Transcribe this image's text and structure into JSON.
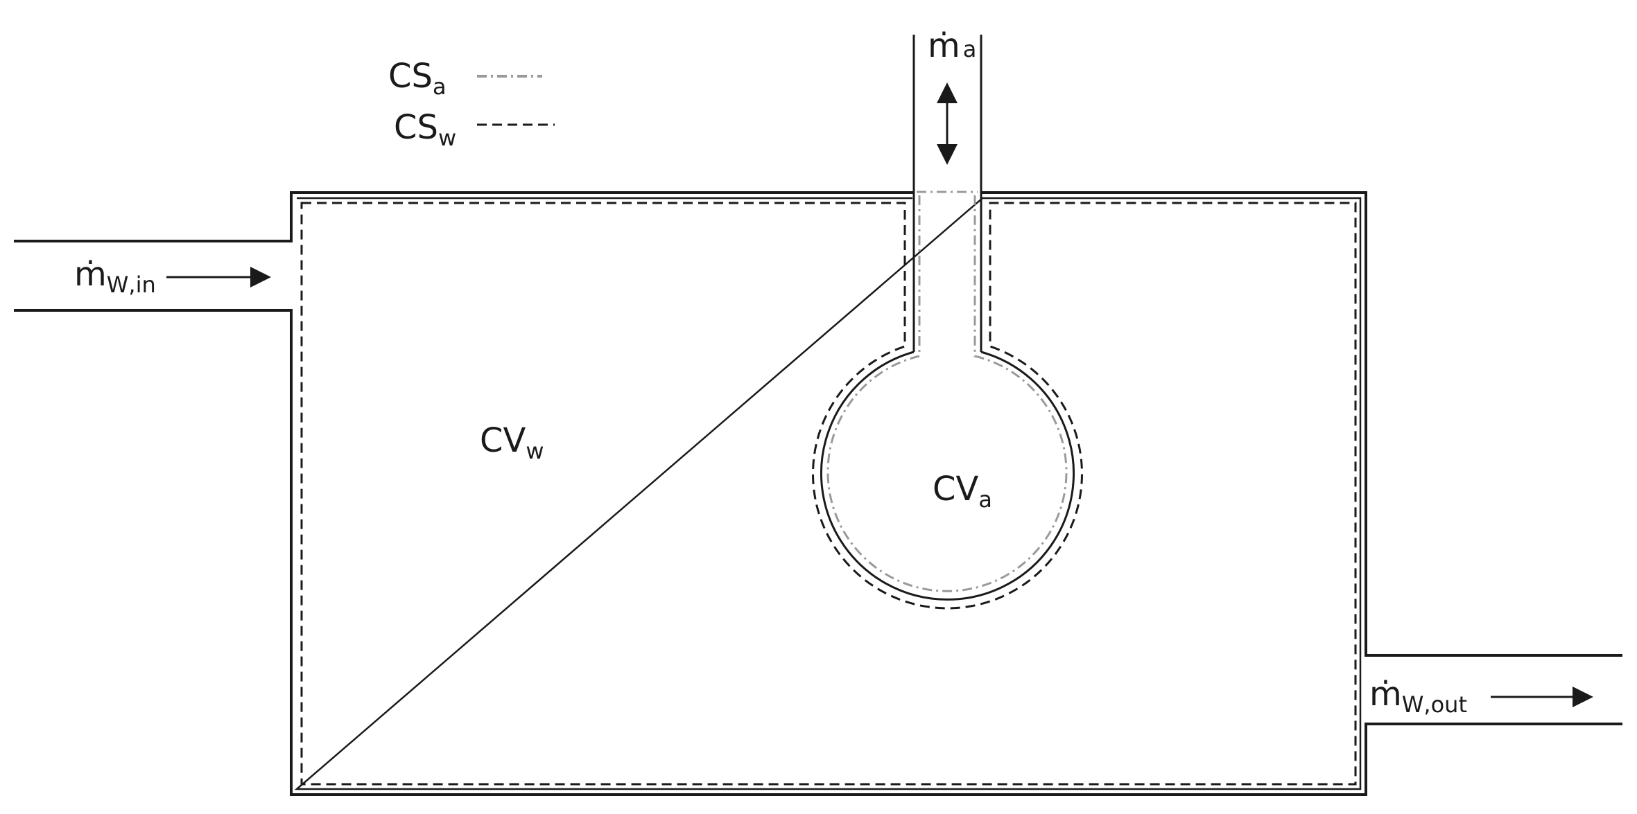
{
  "legend": {
    "air_surface": {
      "base": "CS",
      "sub": "a"
    },
    "water_surface": {
      "base": "CS",
      "sub": "w"
    }
  },
  "labels": {
    "water_volume": {
      "base": "CV",
      "sub": "w"
    },
    "air_volume": {
      "base": "CV",
      "sub": "a"
    },
    "air_flow": {
      "base": "ṁ",
      "sub": "a"
    },
    "water_inflow": {
      "base": "ṁ",
      "sub": "W,in"
    },
    "water_outflow": {
      "base": "ṁ",
      "sub": "W,out"
    }
  },
  "colors": {
    "wall": "#1a1a1a",
    "air_surface_line": "#9a9a9a",
    "water_surface_line": "#1a1a1a"
  }
}
